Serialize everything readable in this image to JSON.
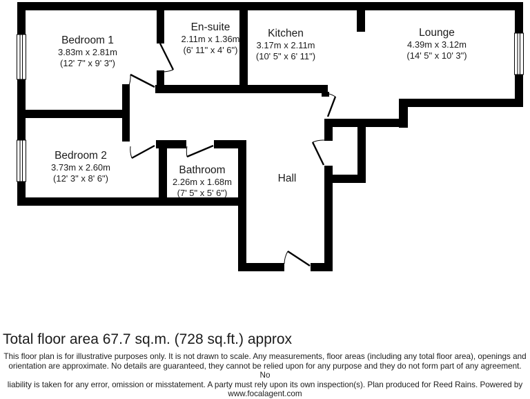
{
  "plan": {
    "rooms": {
      "bedroom1": {
        "name": "Bedroom 1",
        "metric": "3.83m x 2.81m",
        "imperial": "(12' 7\" x 9' 3\")"
      },
      "ensuite": {
        "name": "En-suite",
        "metric": "2.11m x 1.36m",
        "imperial": "(6' 11\" x 4' 6\")"
      },
      "kitchen": {
        "name": "Kitchen",
        "metric": "3.17m x 2.11m",
        "imperial": "(10' 5\" x 6' 11\")"
      },
      "lounge": {
        "name": "Lounge",
        "metric": "4.39m x 3.12m",
        "imperial": "(14' 5\" x 10' 3\")"
      },
      "bedroom2": {
        "name": "Bedroom 2",
        "metric": "3.73m x 2.60m",
        "imperial": "(12' 3\" x 8' 6\")"
      },
      "bathroom": {
        "name": "Bathroom",
        "metric": "2.26m x 1.68m",
        "imperial": "(7' 5\" x 5' 6\")"
      },
      "hall": {
        "name": "Hall"
      }
    },
    "wall_color": "#000000",
    "floor_color": "#ffffff"
  },
  "footer": {
    "total_area": "Total floor area 67.7 sq.m. (728 sq.ft.) approx",
    "disclaimer_lines": [
      "This floor plan is for illustrative purposes only. It is not drawn to scale. Any measurements, floor areas (including any total floor area), openings and",
      "orientation are approximate. No details are guaranteed, they cannot be relied upon for any purpose and they do not form part of any agreement. No",
      "liability is taken for any error, omission or misstatement. A party must rely upon its own inspection(s). Plan produced for Reed Rains. Powered by",
      "www.focalagent.com"
    ]
  }
}
